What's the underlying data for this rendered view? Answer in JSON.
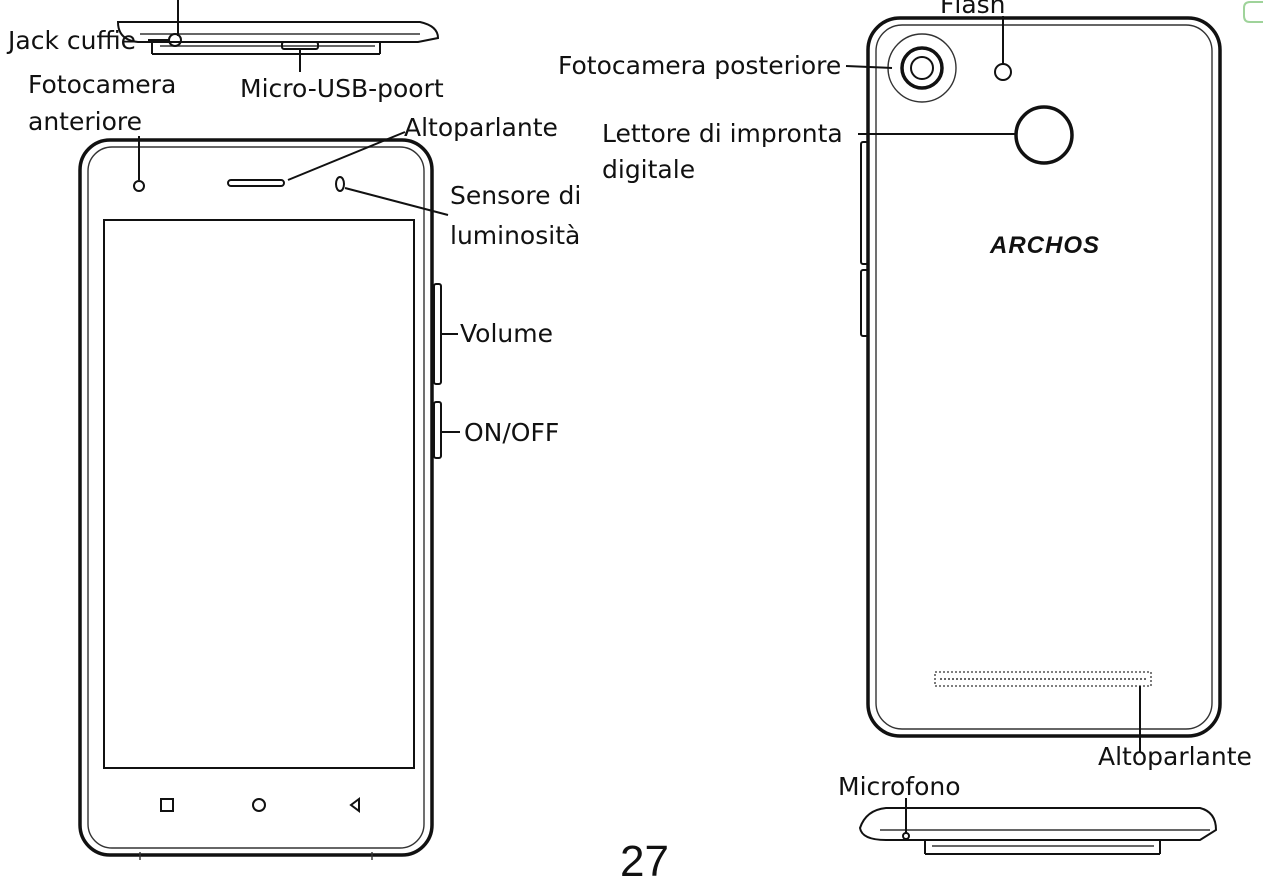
{
  "labels": {
    "jack": "Jack cuffie",
    "usb": "Micro-USB-poort",
    "front_camera_1": "Fotocamera",
    "front_camera_2": "anteriore",
    "speaker_top": "Altoparlante",
    "light_sensor_1": "Sensore di",
    "light_sensor_2": "luminosità",
    "volume": "Volume",
    "power": "ON/OFF",
    "flash": "Flash",
    "rear_camera": "Fotocamera posteriore",
    "fingerprint_1": "Lettore di impronta",
    "fingerprint_2": "digitale",
    "speaker_bottom": "Altoparlante",
    "microphone": "Microfono"
  },
  "brand": "ARCHOS",
  "page_number": "27",
  "icons": {
    "nav_recent": "square-icon",
    "nav_home": "circle-icon",
    "nav_back": "triangle-left-icon"
  },
  "colors": {
    "ink": "#111111",
    "background": "#ffffff",
    "corner_mark": "#9fd39a"
  }
}
